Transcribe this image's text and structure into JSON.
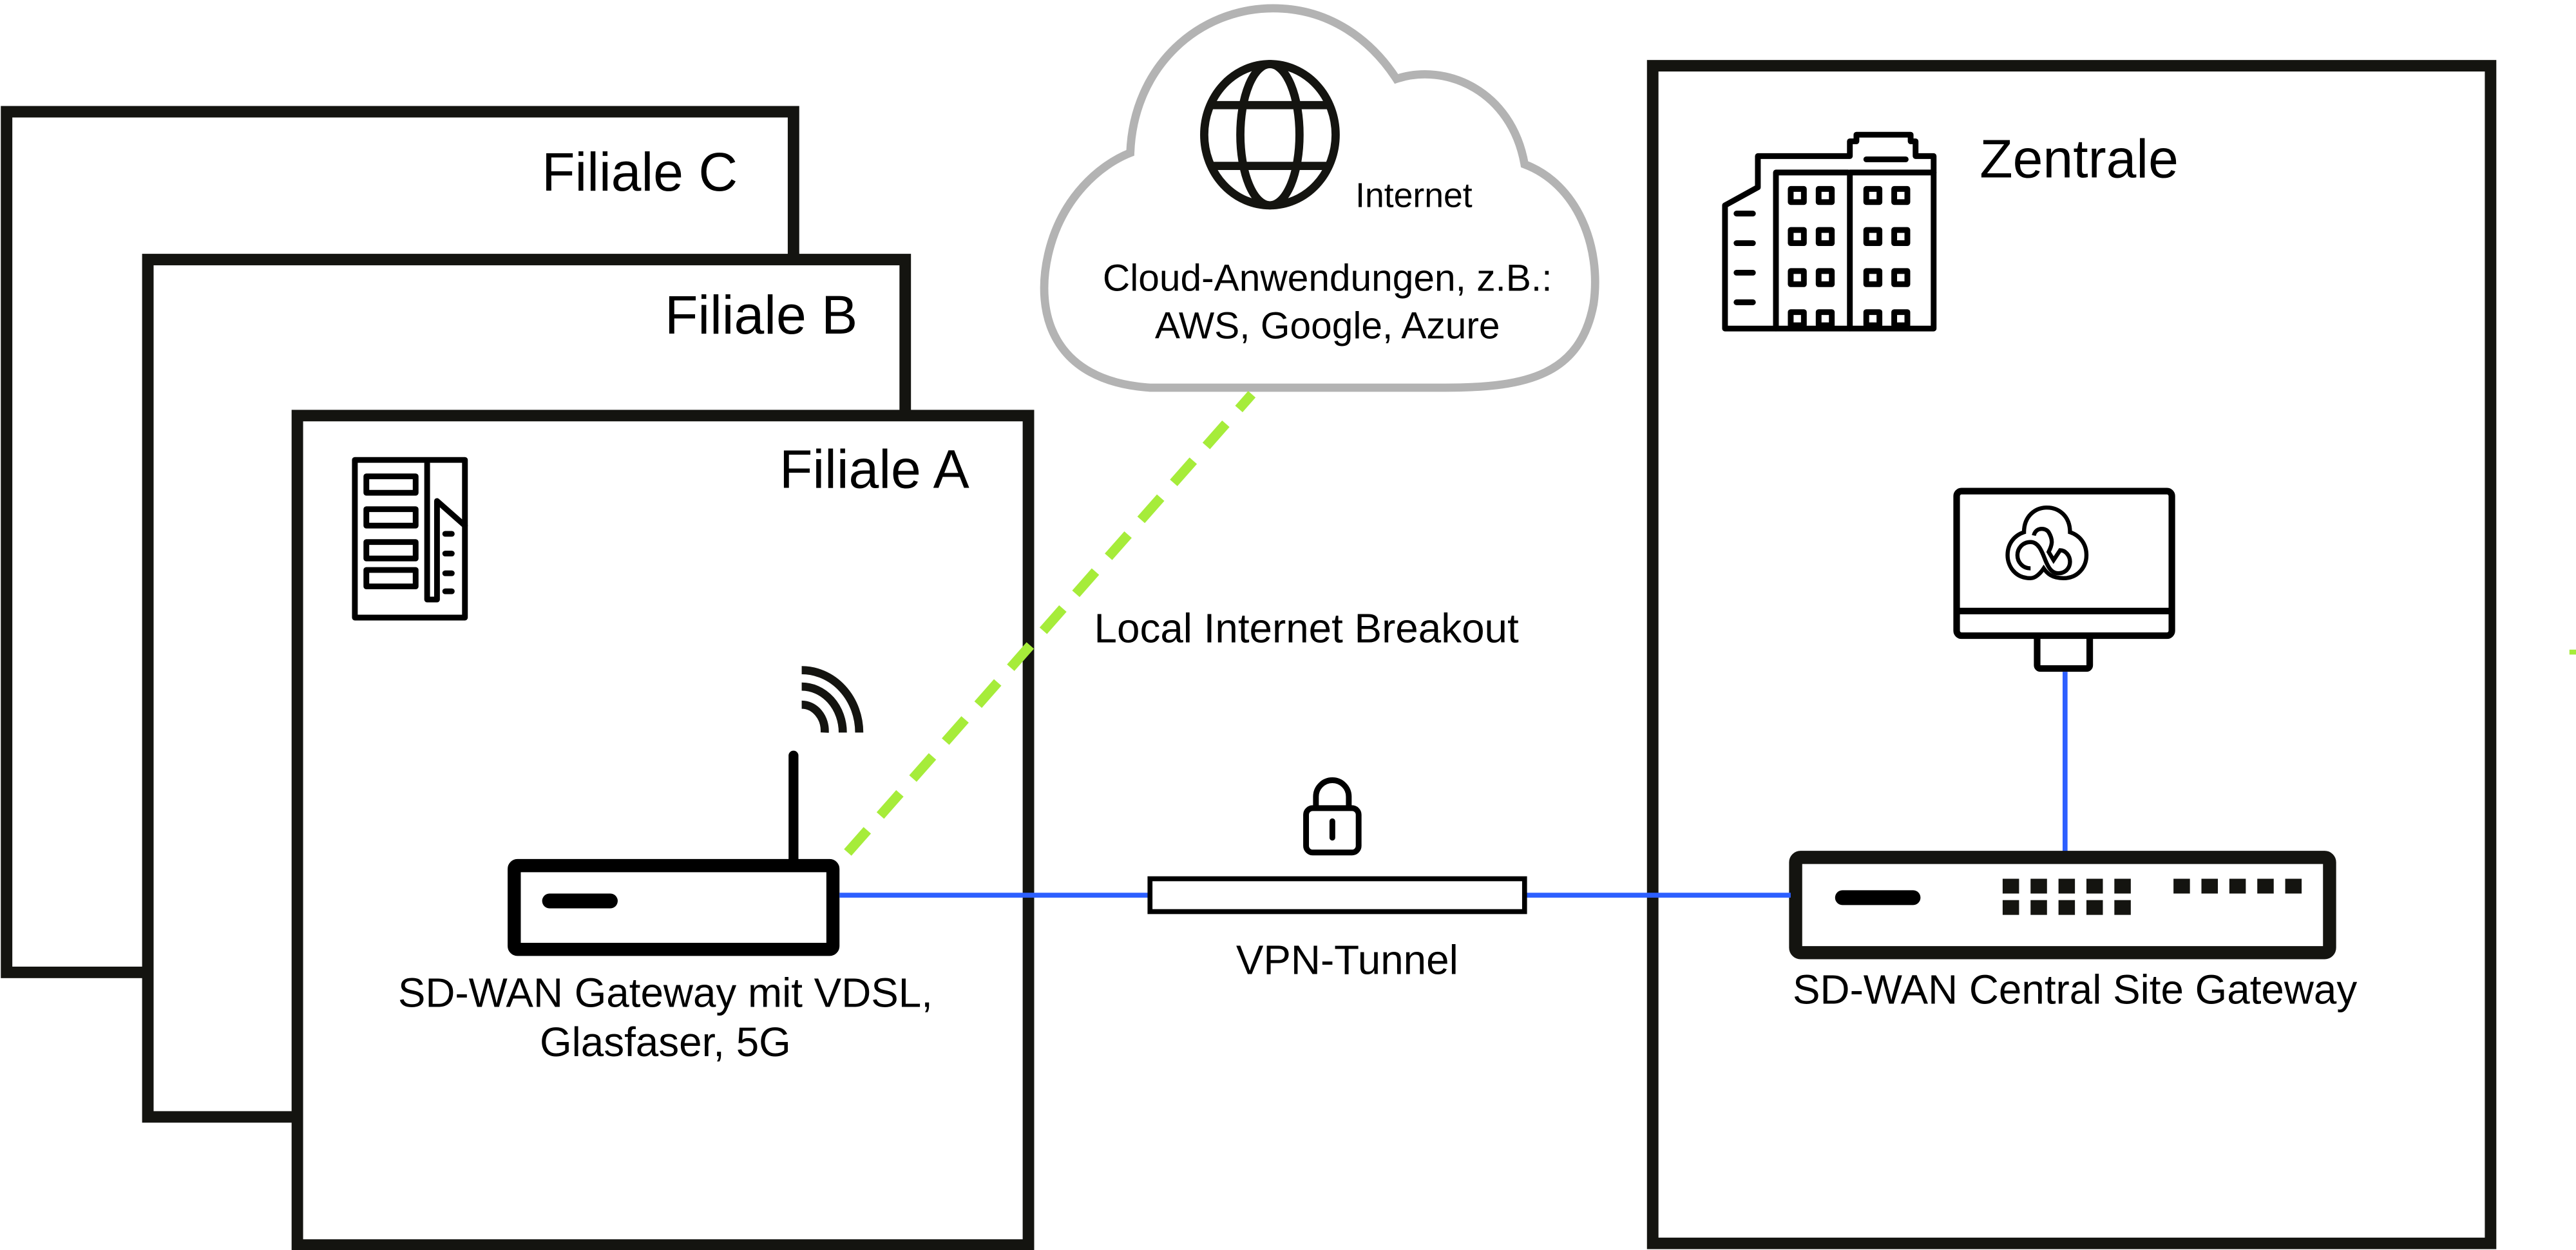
{
  "branches": {
    "c": {
      "title": "Filiale C"
    },
    "b": {
      "title": "Filiale B"
    },
    "a": {
      "title": "Filiale A",
      "gateway_line1": "SD-WAN Gateway mit VDSL,",
      "gateway_line2": "Glasfaser, 5G"
    }
  },
  "cloud": {
    "internet_label": "Internet",
    "apps_line1": "Cloud-Anwendungen, z.B.:",
    "apps_line2": "AWS, Google, Azure"
  },
  "breakout_label": "Local Internet Breakout",
  "vpn_label": "VPN-Tunnel",
  "central": {
    "title": "Zentrale",
    "gateway_label": "SD-WAN Central Site Gateway"
  },
  "colors": {
    "vpn_line": "#2d5fff",
    "breakout_line": "#a6ec3a",
    "cloud_outline": "#b3b3b3",
    "box_stroke": "#141410"
  },
  "icons": [
    "building-icon",
    "globe-icon",
    "router-icon",
    "wifi-icon",
    "lock-icon",
    "monitor-icon",
    "cloud-app-icon",
    "switch-icon",
    "office-tower-icon"
  ]
}
